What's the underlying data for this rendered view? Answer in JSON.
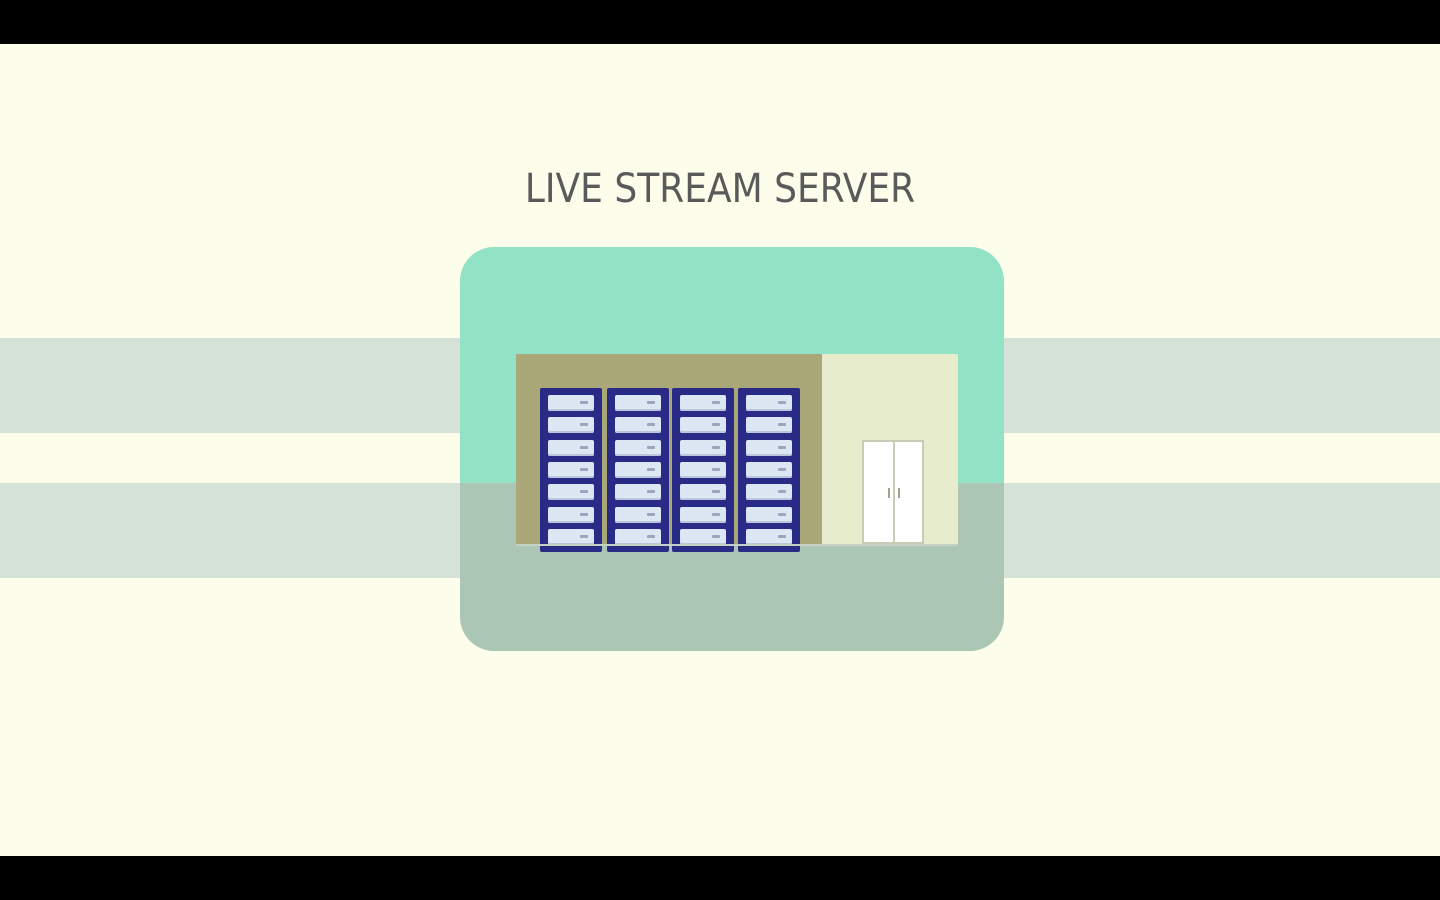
{
  "scene": {
    "title": "LIVE STREAM SERVER",
    "icons": {
      "building": "server-building-icon",
      "rack": "server-rack-icon",
      "door": "double-door-icon"
    },
    "rack_count": 4,
    "slots_per_rack": 7
  },
  "colors": {
    "background": "#fdfdeb",
    "band": "#d4e2d8",
    "title": "#5a5a5a",
    "card_top": "#92e3c5",
    "card_bottom": "#abc6b4",
    "server_room_wall": "#aaa779",
    "annex_wall": "#e6eccc"
  }
}
